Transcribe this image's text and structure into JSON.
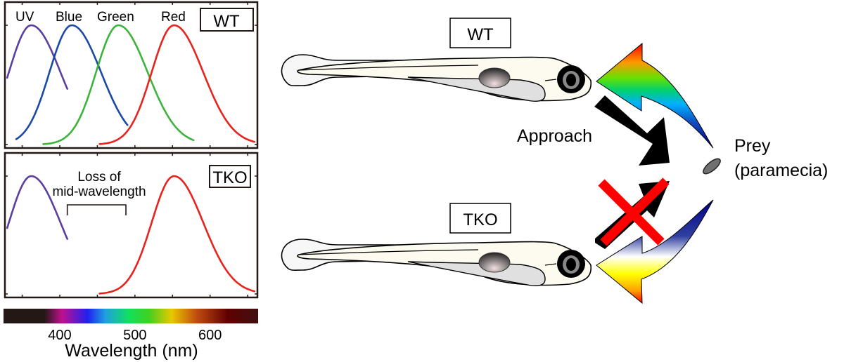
{
  "chart_data": {
    "type": "line",
    "xlabel": "Wavelength (nm)",
    "xlim": [
      327,
      663
    ],
    "x_ticks": [
      400,
      500,
      600
    ],
    "x_tick_labels": [
      "400",
      "500",
      "600"
    ],
    "ylabel": "",
    "ylim": [
      0,
      1
    ],
    "panels": [
      {
        "label": "WT",
        "series": [
          {
            "name": "UV",
            "peak_nm": 362,
            "color": "#5a3fa0",
            "range_nm": [
              330,
              410
            ]
          },
          {
            "name": "Blue",
            "peak_nm": 416,
            "color": "#1a4aa6",
            "range_nm": [
              342,
              490
            ]
          },
          {
            "name": "Green",
            "peak_nm": 478,
            "color": "#3cb43c",
            "range_nm": [
              378,
              578
            ]
          },
          {
            "name": "Red",
            "peak_nm": 552,
            "color": "#e8231e",
            "range_nm": [
              453,
              660
            ]
          }
        ]
      },
      {
        "label": "TKO",
        "annotation": "Loss of\nmid-wavelength",
        "annotation_lines": [
          "Loss of",
          "mid-wavelength"
        ],
        "annotation_bracket_nm": [
          410,
          488
        ],
        "series": [
          {
            "name": "UV",
            "peak_nm": 362,
            "color": "#5a3fa0",
            "range_nm": [
              330,
              410
            ]
          },
          {
            "name": "Red",
            "peak_nm": 552,
            "color": "#e8231e",
            "range_nm": [
              453,
              660
            ]
          }
        ]
      }
    ],
    "spectrum_bar": true
  },
  "diagram": {
    "wt_label": "WT",
    "tko_label": "TKO",
    "approach_label": "Approach",
    "prey_label": "Prey",
    "prey_sublabel": "(paramecia)"
  },
  "colors": {
    "uv": "#5a3fa0",
    "blue": "#1a4aa6",
    "green": "#3cb43c",
    "red": "#e8231e",
    "cross": "#ff0000",
    "fish_body": "#fdfbf0",
    "fish_gut": "#e0e0e0"
  }
}
